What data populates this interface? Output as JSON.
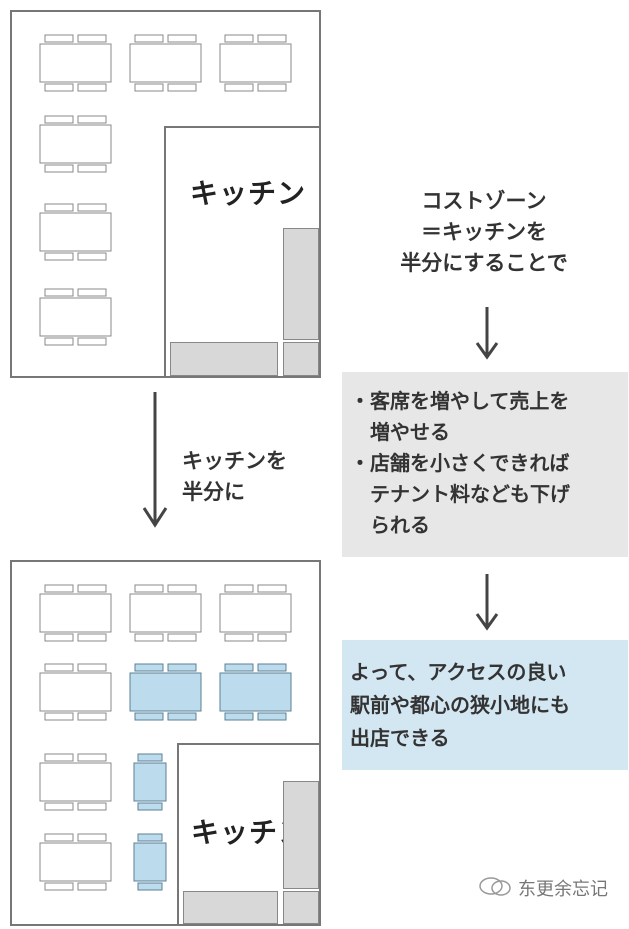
{
  "top_plan": {
    "kitchen_label": "キッチン"
  },
  "bottom_plan": {
    "kitchen_label": "キッチン"
  },
  "arrow_label": {
    "lines": [
      "キッチンを",
      "半分に"
    ]
  },
  "cost_zone": {
    "lines": [
      "コストゾーン",
      "＝キッチンを",
      "半分にすることで"
    ]
  },
  "benefits": {
    "lines": [
      "・客席を増やして売上を",
      "　増やせる",
      "・店舗を小さくできれば",
      "　テナント料なども下げ",
      "　られる"
    ]
  },
  "conclusion": {
    "lines": [
      "よって、アクセスの良い",
      "駅前や都心の狭小地にも",
      "出店できる"
    ]
  },
  "watermark": {
    "text": "东更余忘记"
  },
  "colors": {
    "table_normal": "#ffffff",
    "table_added": "#bcdcee",
    "gray_box": "#e7e7e7",
    "blue_box": "#d3e7f3"
  }
}
